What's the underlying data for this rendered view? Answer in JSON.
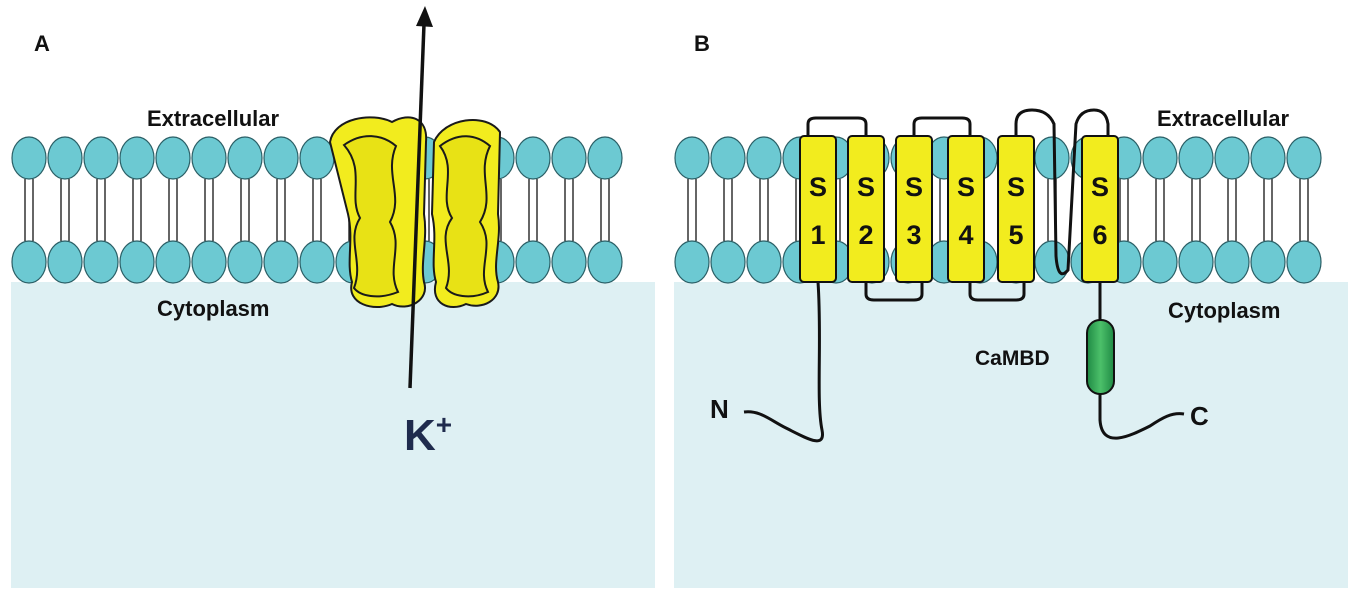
{
  "panel_a": {
    "letter": "A",
    "label_top": "Extracellular",
    "label_bottom": "Cytoplasm",
    "ion": "K",
    "ion_charge": "+"
  },
  "panel_b": {
    "letter": "B",
    "label_top": "Extracellular",
    "label_bottom": "Cytoplasm",
    "segments": [
      {
        "s": "S",
        "n": "1"
      },
      {
        "s": "S",
        "n": "2"
      },
      {
        "s": "S",
        "n": "3"
      },
      {
        "s": "S",
        "n": "4"
      },
      {
        "s": "S",
        "n": "5"
      },
      {
        "s": "S",
        "n": "6"
      }
    ],
    "domain_label": "CaMBD",
    "n_terminus": "N",
    "c_terminus": "C"
  },
  "colors": {
    "lipid_head": "#6cc9d2",
    "cytoplasm": "#def0f3",
    "channel": "#f2ec1e",
    "cambd": "#3aa85a"
  }
}
